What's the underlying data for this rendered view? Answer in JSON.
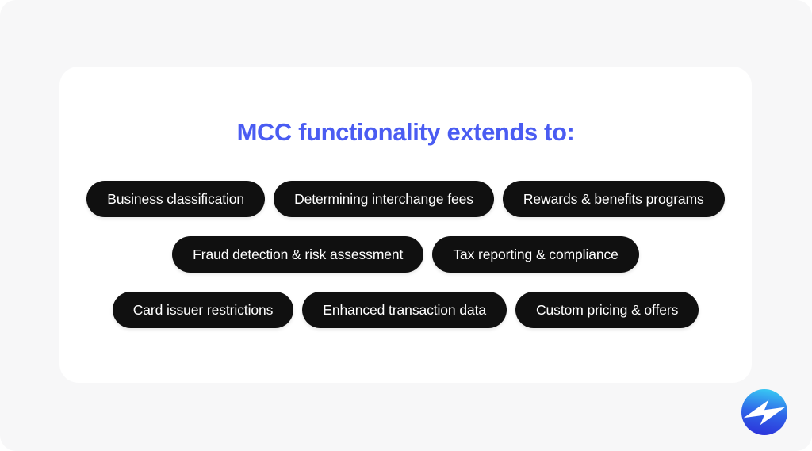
{
  "page": {
    "background_color": "#f7f7f8",
    "card_color": "#ffffff"
  },
  "title": {
    "text": "MCC functionality extends to:",
    "color": "#4a5cf2"
  },
  "pill_style": {
    "background": "#101010",
    "text_color": "#ffffff"
  },
  "pill_rows": [
    {
      "items": [
        "Business classification",
        "Determining interchange fees",
        "Rewards & benefits programs"
      ]
    },
    {
      "items": [
        "Fraud detection & risk assessment",
        "Tax reporting & compliance"
      ]
    },
    {
      "items": [
        "Card issuer restrictions",
        "Enhanced transaction data",
        "Custom pricing & offers"
      ]
    }
  ],
  "logo": {
    "icon": "bolt-in-circle-icon",
    "gradient_top": "#38c7f3",
    "gradient_bottom": "#2c33da",
    "bolt_color": "#ffffff"
  }
}
